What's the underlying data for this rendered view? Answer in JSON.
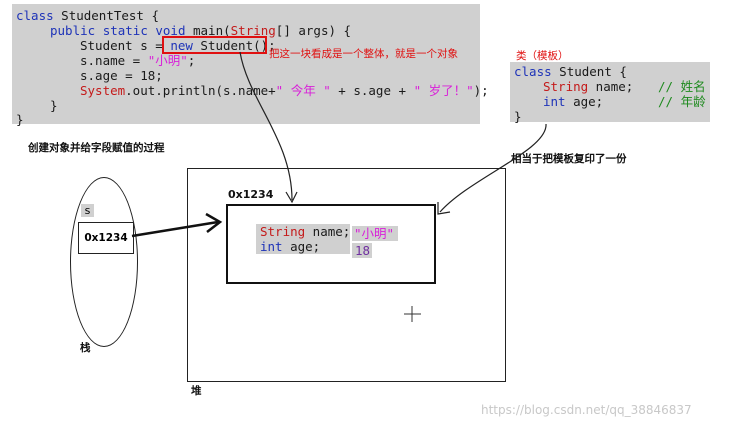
{
  "code": {
    "line1": [
      "class",
      " StudentTest {"
    ],
    "line2": [
      "public",
      " ",
      "static",
      " ",
      "void",
      " main(",
      "String",
      "[] args) {"
    ],
    "line3": [
      "Student s = ",
      "new",
      " Student();"
    ],
    "line4": [
      "s.name = ",
      "\"小明\"",
      ";"
    ],
    "line5": [
      "s.age = 18;"
    ],
    "line6": [
      "System",
      ".out.println(s.name+",
      "\" 今年 \"",
      " + s.age + ",
      "\" 岁了！\"",
      ");"
    ],
    "line7": [
      "}"
    ],
    "line8": [
      "}"
    ]
  },
  "annotations": {
    "whole_note": "把这一块看成是一个整体，就是一个对象",
    "template_title": "类（模板）",
    "process_note": "创建对象并给字段赋值的过程",
    "copy_note": "相当于把模板复印了一份"
  },
  "class_template": {
    "line1": [
      "class",
      " Student {"
    ],
    "line2": [
      "String",
      " name;",
      "// 姓名"
    ],
    "line3": [
      "int",
      " age;",
      "// 年龄"
    ],
    "line4": [
      "}"
    ]
  },
  "heap": {
    "address": "0x1234",
    "field1_decl": [
      "String",
      " name;"
    ],
    "field2_decl": [
      "int",
      " age;"
    ],
    "name_value": "\"小明\"",
    "age_value": "18",
    "label": "堆"
  },
  "stack": {
    "var_name": "s",
    "ref_value": "0x1234",
    "label": "栈"
  },
  "watermark": "https://blog.csdn.net/qq_38846837",
  "colors": {
    "keyword": "#1e33b8",
    "string": "#d91fd9",
    "system": "#c41a1a",
    "annotation": "#e01010",
    "comment": "#1e8a1e",
    "panel_bg": "#d0d0d0"
  }
}
